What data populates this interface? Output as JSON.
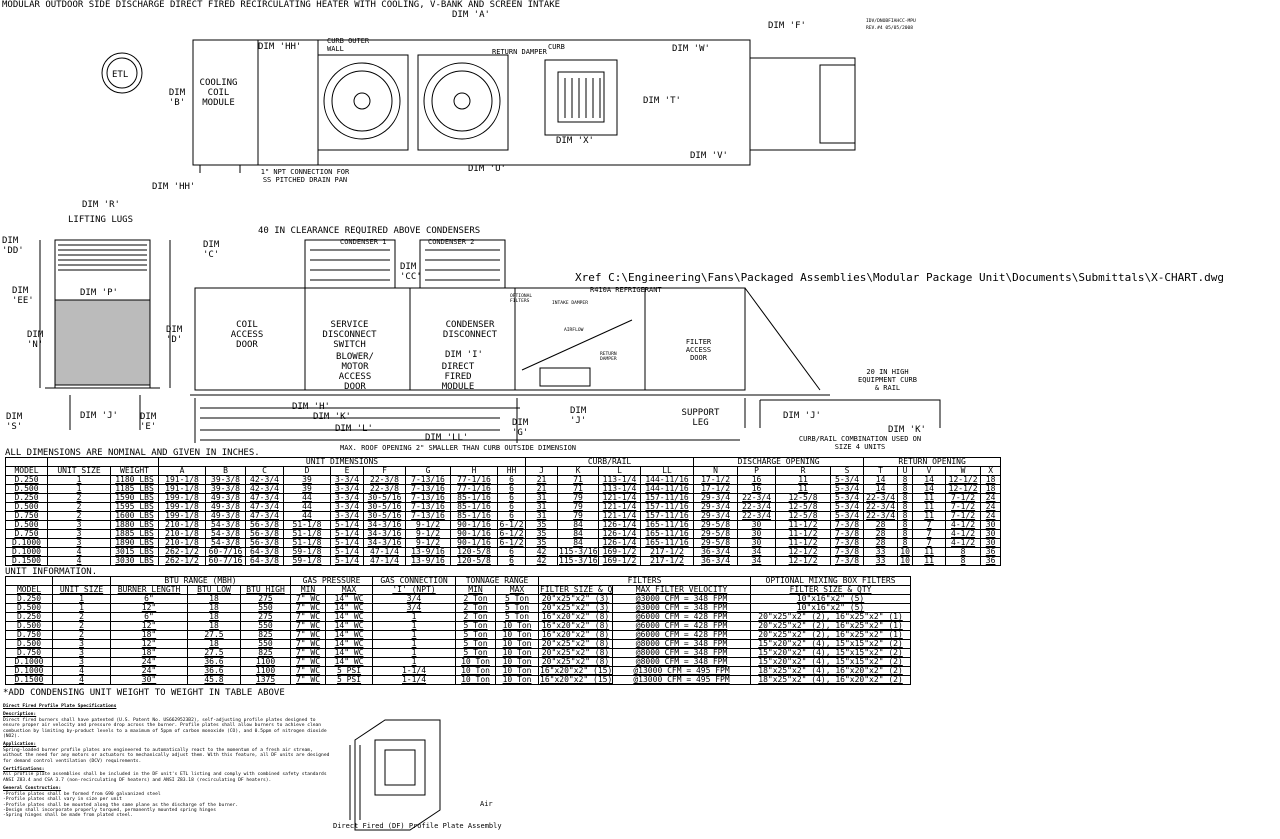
{
  "title": "MODULAR OUTDOOR SIDE DISCHARGE DIRECT FIRED RECIRCULATING HEATER WITH COOLING, V-BANK AND SCREEN INTAKE",
  "drawing_no": "IDV/DNOBFIAHCC-MPU",
  "revision": "REV.#4  05/05/2008",
  "xref": "Xref C:\\Engineering\\Fans\\Packaged Assemblies\\Modular Package Unit\\Documents\\Submittals\\X-CHART.dwg",
  "labels": {
    "dim_a": "DIM 'A'",
    "dim_f": "DIM 'F'",
    "dim_hh_top": "DIM 'HH'",
    "curb_outer_wall": "CURB OUTER WALL",
    "curb": "CURB",
    "return_damper_top": "RETURN DAMPER",
    "dim_w": "DIM 'W'",
    "cooling_coil_module": "COOLING COIL MODULE",
    "dim_b": "DIM 'B'",
    "dim_t": "DIM 'T'",
    "dim_x": "DIM 'X'",
    "dim_v": "DIM 'V'",
    "dim_u": "DIM 'U'",
    "dim_hh_bottom": "DIM 'HH'",
    "npt_connection": "1\" NPT CONNECTION FOR SS PITCHED DRAIN PAN",
    "dim_r": "DIM 'R'",
    "lifting_lugs": "LIFTING LUGS",
    "dim_dd": "DIM 'DD'",
    "dim_ee": "DIM 'EE'",
    "dim_p": "DIM 'P'",
    "dim_n": "DIM 'N'",
    "dim_s": "DIM 'S'",
    "dim_j_left": "DIM 'J'",
    "dim_e": "DIM 'E'",
    "clearance": "40 IN CLEARANCE REQUIRED ABOVE CONDENSERS",
    "condenser_1": "CONDENSER 1",
    "condenser_2": "CONDENSER 2",
    "dim_c": "DIM 'C'",
    "dim_cc": "DIM 'CC'",
    "refrigerant": "R410A REFRIGERANT",
    "optional_filters": "OPTIONAL FILTERS",
    "intake_damper": "INTAKE DAMPER",
    "coil_access_door": "COIL ACCESS DOOR",
    "service_disconnect": "SERVICE DISCONNECT SWITCH",
    "condenser_disconnect": "CONDENSER DISCONNECT",
    "blower_door": "BLOWER/ MOTOR ACCESS DOOR",
    "dim_i": "DIM 'I'",
    "df_module": "DIRECT FIRED MODULE",
    "airflow": "AIRFLOW",
    "return_damper_side": "RETURN DAMPER",
    "filter_access_door": "FILTER ACCESS DOOR",
    "dim_d": "DIM 'D'",
    "equipment_curb": "20 IN HIGH EQUIPMENT CURB & RAIL",
    "dim_h": "DIM 'H'",
    "dim_k": "DIM 'K'",
    "dim_l": "DIM 'L'",
    "dim_ll": "DIM 'LL'",
    "dim_g": "DIM 'G'",
    "dim_j_mid": "DIM 'J'",
    "support_leg": "SUPPORT LEG",
    "dim_j_right": "DIM 'J'",
    "dim_k_right": "DIM 'K'",
    "curb_rail_note": "CURB/RAIL COMBINATION USED ON SIZE 4 UNITS",
    "roof_opening": "MAX. ROOF OPENING 2\" SMALLER THAN CURB OUTSIDE DIMENSION"
  },
  "table1": {
    "caption": "ALL DIMENSIONS ARE NOMINAL AND GIVEN IN INCHES.",
    "groups": [
      {
        "label": "",
        "span": 1
      },
      {
        "label": "",
        "span": 2
      },
      {
        "label": "UNIT DIMENSIONS",
        "span": 9
      },
      {
        "label": "CURB/RAIL",
        "span": 4
      },
      {
        "label": "DISCHARGE OPENING",
        "span": 4
      },
      {
        "label": "RETURN OPENING",
        "span": 5
      }
    ],
    "columns": [
      "MODEL",
      "UNIT SIZE",
      "WEIGHT",
      "A",
      "B",
      "C",
      "D",
      "E",
      "F",
      "G",
      "H",
      "HH",
      "J",
      "K",
      "L",
      "LL",
      "N",
      "P",
      "R",
      "S",
      "T",
      "U",
      "V",
      "W",
      "X"
    ],
    "rows": [
      [
        "D.250",
        "1",
        "1180 LBS",
        "191-1/8",
        "39-3/8",
        "42-3/4",
        "39",
        "3-3/4",
        "22-3/8",
        "7-13/16",
        "77-1/16",
        "6",
        "21",
        "71",
        "113-1/4",
        "144-11/16",
        "17-1/2",
        "16",
        "11",
        "5-3/4",
        "14",
        "8",
        "14",
        "12-1/2",
        "18"
      ],
      [
        "D.500",
        "1",
        "1185 LBS",
        "191-1/8",
        "39-3/8",
        "42-3/4",
        "39",
        "3-3/4",
        "22-3/8",
        "7-13/16",
        "77-1/16",
        "6",
        "21",
        "71",
        "113-1/4",
        "144-11/16",
        "17-1/2",
        "16",
        "11",
        "5-3/4",
        "14",
        "8",
        "14",
        "12-1/2",
        "18"
      ],
      [
        "D.250",
        "2",
        "1590 LBS",
        "199-1/8",
        "49-3/8",
        "47-3/4",
        "44",
        "3-3/4",
        "30-5/16",
        "7-13/16",
        "85-1/16",
        "6",
        "31",
        "79",
        "121-1/4",
        "157-11/16",
        "29-3/4",
        "22-3/4",
        "12-5/8",
        "5-3/4",
        "22-3/4",
        "8",
        "11",
        "7-1/2",
        "24"
      ],
      [
        "D.500",
        "2",
        "1595 LBS",
        "199-1/8",
        "49-3/8",
        "47-3/4",
        "44",
        "3-3/4",
        "30-5/16",
        "7-13/16",
        "85-1/16",
        "6",
        "31",
        "79",
        "121-1/4",
        "157-11/16",
        "29-3/4",
        "22-3/4",
        "12-5/8",
        "5-3/4",
        "22-3/4",
        "8",
        "11",
        "7-1/2",
        "24"
      ],
      [
        "D.750",
        "2",
        "1600 LBS",
        "199-1/8",
        "49-3/8",
        "47-3/4",
        "44",
        "3-3/4",
        "30-5/16",
        "7-13/16",
        "85-1/16",
        "6",
        "31",
        "79",
        "121-1/4",
        "157-11/16",
        "29-3/4",
        "22-3/4",
        "12-5/8",
        "5-3/4",
        "22-3/4",
        "8",
        "11",
        "7-1/2",
        "24"
      ],
      [
        "D.500",
        "3",
        "1880 LBS",
        "210-1/8",
        "54-3/8",
        "56-3/8",
        "51-1/8",
        "5-1/4",
        "34-3/16",
        "9-1/2",
        "90-1/16",
        "6-1/2",
        "35",
        "84",
        "126-1/4",
        "165-11/16",
        "29-5/8",
        "30",
        "11-1/2",
        "7-3/8",
        "28",
        "8",
        "7",
        "4-1/2",
        "30"
      ],
      [
        "D.750",
        "3",
        "1885 LBS",
        "210-1/8",
        "54-3/8",
        "56-3/8",
        "51-1/8",
        "5-1/4",
        "34-3/16",
        "9-1/2",
        "90-1/16",
        "6-1/2",
        "35",
        "84",
        "126-1/4",
        "165-11/16",
        "29-5/8",
        "30",
        "11-1/2",
        "7-3/8",
        "28",
        "8",
        "7",
        "4-1/2",
        "30"
      ],
      [
        "D.1000",
        "3",
        "1890 LBS",
        "210-1/8",
        "54-3/8",
        "56-3/8",
        "51-1/8",
        "5-1/4",
        "34-3/16",
        "9-1/2",
        "90-1/16",
        "6-1/2",
        "35",
        "84",
        "126-1/4",
        "165-11/16",
        "29-5/8",
        "30",
        "11-1/2",
        "7-3/8",
        "28",
        "8",
        "7",
        "4-1/2",
        "30"
      ],
      [
        "D.1000",
        "4",
        "3015 LBS",
        "262-1/2",
        "60-7/16",
        "64-3/8",
        "59-1/8",
        "5-1/4",
        "47-1/4",
        "13-9/16",
        "120-5/8",
        "6",
        "42",
        "115-3/16",
        "169-1/2",
        "217-1/2",
        "36-3/4",
        "34",
        "12-1/2",
        "7-3/8",
        "33",
        "10",
        "11",
        "8",
        "36"
      ],
      [
        "D.1500",
        "4",
        "3030 LBS",
        "262-1/2",
        "60-7/16",
        "64-3/8",
        "59-1/8",
        "5-1/4",
        "47-1/4",
        "13-9/16",
        "120-5/8",
        "6",
        "42",
        "115-3/16",
        "169-1/2",
        "217-1/2",
        "36-3/4",
        "34",
        "12-1/2",
        "7-3/8",
        "33",
        "10",
        "11",
        "8",
        "36"
      ]
    ]
  },
  "table2": {
    "caption": "UNIT INFORMATION.",
    "groups": [
      {
        "label": "",
        "span": 1
      },
      {
        "label": "",
        "span": 1
      },
      {
        "label": "BTU RANGE (MBH)",
        "span": 3
      },
      {
        "label": "GAS PRESSURE",
        "span": 2
      },
      {
        "label": "GAS CONNECTION",
        "span": 1
      },
      {
        "label": "TONNAGE RANGE",
        "span": 2
      },
      {
        "label": "FILTERS",
        "span": 2
      },
      {
        "label": "OPTIONAL MIXING BOX FILTERS",
        "span": 1
      }
    ],
    "columns": [
      "MODEL",
      "UNIT SIZE",
      "BURNER LENGTH",
      "BTU LOW",
      "BTU HIGH",
      "MIN",
      "MAX",
      "'I' (NPT)",
      "MIN",
      "MAX",
      "FILTER SIZE & QTY",
      "MAX FILTER VELOCITY",
      "FILTER SIZE & QTY"
    ],
    "rows": [
      [
        "D.250",
        "1",
        "6\"",
        "18",
        "275",
        "7\" WC",
        "14\" WC",
        "3/4",
        "2 Ton",
        "5 Ton",
        "20\"x25\"x2\" (3)",
        "@3000 CFM = 348 FPM",
        "10\"x16\"x2\" (5)"
      ],
      [
        "D.500",
        "1",
        "12\"",
        "18",
        "550",
        "7\" WC",
        "14\" WC",
        "3/4",
        "2 Ton",
        "5 Ton",
        "20\"x25\"x2\" (3)",
        "@3000 CFM = 348 FPM",
        "10\"x16\"x2\" (5)"
      ],
      [
        "D.250",
        "2",
        "6\"",
        "18",
        "275",
        "7\" WC",
        "14\" WC",
        "1",
        "2 Ton",
        "5 Ton",
        "16\"x20\"x2\" (8)",
        "@6000 CFM = 428 FPM",
        "20\"x25\"x2\" (2), 16\"x25\"x2\" (1)"
      ],
      [
        "D.500",
        "2",
        "12\"",
        "18",
        "550",
        "7\" WC",
        "14\" WC",
        "1",
        "5 Ton",
        "10 Ton",
        "16\"x20\"x2\" (8)",
        "@6000 CFM = 428 FPM",
        "20\"x25\"x2\" (2), 16\"x25\"x2\" (1)"
      ],
      [
        "D.750",
        "2",
        "18\"",
        "27.5",
        "825",
        "7\" WC",
        "14\" WC",
        "1",
        "5 Ton",
        "10 Ton",
        "16\"x20\"x2\" (8)",
        "@6000 CFM = 428 FPM",
        "20\"x25\"x2\" (2), 16\"x25\"x2\" (1)"
      ],
      [
        "D.500",
        "3",
        "12\"",
        "18",
        "550",
        "7\" WC",
        "14\" WC",
        "1",
        "5 Ton",
        "10 Ton",
        "20\"x25\"x2\" (8)",
        "@8000 CFM = 348 FPM",
        "15\"x20\"x2\" (4), 15\"x15\"x2\" (2)"
      ],
      [
        "D.750",
        "3",
        "18\"",
        "27.5",
        "825",
        "7\" WC",
        "14\" WC",
        "1",
        "5 Ton",
        "10 Ton",
        "20\"x25\"x2\" (8)",
        "@8000 CFM = 348 FPM",
        "15\"x20\"x2\" (4), 15\"x15\"x2\" (2)"
      ],
      [
        "D.1000",
        "3",
        "24\"",
        "36.6",
        "1100",
        "7\" WC",
        "14\" WC",
        "1",
        "10 Ton",
        "10 Ton",
        "20\"x25\"x2\" (8)",
        "@8000 CFM = 348 FPM",
        "15\"x20\"x2\" (4), 15\"x15\"x2\" (2)"
      ],
      [
        "D.1000",
        "4",
        "24\"",
        "36.6",
        "1100",
        "7\" WC",
        "5 PSI",
        "1-1/4",
        "10 Ton",
        "10 Ton",
        "16\"x20\"x2\" (15)",
        "@13000 CFM = 495 FPM",
        "18\"x25\"x2\" (4), 16\"x20\"x2\" (2)"
      ],
      [
        "D.1500",
        "4",
        "30\"",
        "45.8",
        "1375",
        "7\" WC",
        "5 PSI",
        "1-1/4",
        "10 Ton",
        "10 Ton",
        "16\"x20\"x2\" (15)",
        "@13000 CFM = 495 FPM",
        "18\"x25\"x2\" (4), 16\"x20\"x2\" (2)"
      ]
    ],
    "note": "*ADD CONDENSING UNIT WEIGHT TO WEIGHT IN TABLE ABOVE"
  },
  "spec": {
    "title": "Direct Fired Profile Plate Specifications",
    "sections": [
      {
        "heading": "Description:",
        "text": "Direct fired burners shall have patented (U.S. Patent No. US6629523B2), self-adjusting profile plates designed to ensure proper air velocity and pressure drop across the burner. Profile plates shall allow burners to achieve clean combustion by limiting by-product levels to a maximum of 5ppm of carbon monoxide (CO), and 0.5ppm of nitrogen dioxide (NO2)."
      },
      {
        "heading": "Application:",
        "text": "Spring-loaded burner profile plates are engineered to automatically react to the momentum of a fresh air stream, without the need for any motors or actuators to mechanically adjust them. With this feature, all DF units are designed for demand control ventilation (DCV) requirements."
      },
      {
        "heading": "Certifications:",
        "text": "All profile plate assemblies shall be included in the DF unit's ETL listing and comply with combined safety standards ANSI Z83.4 and CSA 3.7 (non-recirculating DF heaters) and ANSI Z83.18 (recirculating DF heaters)."
      },
      {
        "heading": "General Construction:",
        "text": "-Profile plates shall be formed from G90 galvanized steel\n-Profile plates shall vary in size per unit\n-Profile plates shall be mounted along the same plane as the discharge of the burner.\n-Design shall incorporate properly torqued, permanently mounted spring hinges\n-Spring hinges shall be made from plated steel."
      }
    ],
    "airflow_mark": "Air",
    "figure_caption": "Direct Fired (DF) Profile Plate Assembly"
  }
}
